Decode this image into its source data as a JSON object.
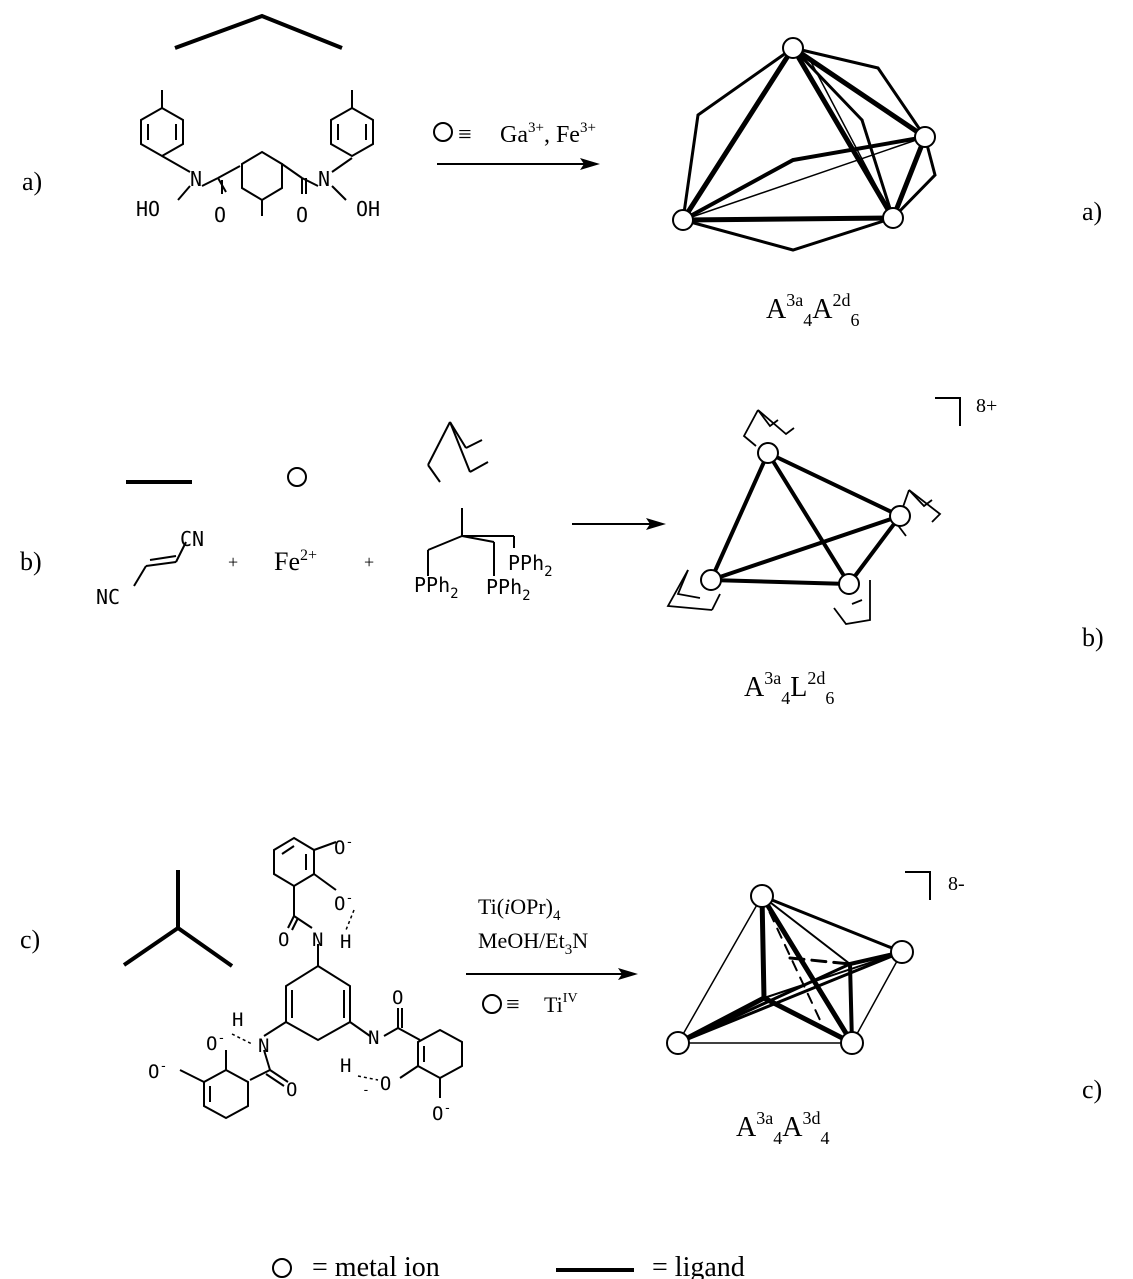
{
  "row_a": {
    "label_left": "a)",
    "label_right": "a)",
    "structure": {
      "n1": "N",
      "n2": "N",
      "ho": "HO",
      "oh": "OH",
      "o1": "O",
      "o2": "O"
    },
    "reagents": {
      "prefix": "≡",
      "ions": "Ga",
      "ions_sup": "3+",
      "ions2": ", Fe",
      "ions2_sup": "3+"
    },
    "formula": {
      "a1": "A",
      "s1": "3a",
      "b1": "4",
      "a2": "A",
      "s2": "2d",
      "b2": "6"
    }
  },
  "row_b": {
    "label_left": "b)",
    "label_right": "b)",
    "fumaronitrile": {
      "cn_top": "CN",
      "nc_bottom": "NC"
    },
    "plus1": "+",
    "iron": "Fe",
    "iron_sup": "2+",
    "plus2": "+",
    "triphos": {
      "p1": "PPh",
      "p1_sub": "2",
      "p2": "PPh",
      "p2_sub": "2",
      "p3": "PPh",
      "p3_sub": "2"
    },
    "charge": "8+",
    "formula": {
      "a1": "A",
      "s1": "3a",
      "b1": "4",
      "a2": "L",
      "s2": "2d",
      "b2": "6"
    }
  },
  "row_c": {
    "label_left": "c)",
    "label_right": "c)",
    "structure": {
      "o_top": "O",
      "o_top_sup": "-",
      "o_mid": "O",
      "o_mid_sup": "-",
      "h_top": "H",
      "n_top": "N",
      "o_carb_top": "O",
      "o_left": "O",
      "o_left_sup": "-",
      "h_left": "H",
      "n_left": "N",
      "o_carb_left": "O",
      "o_far_left": "O",
      "o_far_left_sup": "-",
      "n_right": "N",
      "o_carb_right": "O",
      "h_right": "H",
      "o_right": "O",
      "o_right_sup": "-",
      "o_right_bottom": "O",
      "o_right_bottom_sup": "-"
    },
    "reagent1": "Ti(",
    "reagent1_i": "i",
    "reagent1_b": "OPr)",
    "reagent1_sub": "4",
    "reagent2": "MeOH/Et",
    "reagent2_sub": "3",
    "reagent2_b": "N",
    "metal_prefix": "≡",
    "metal": "Ti",
    "metal_sup": "IV",
    "charge": "8-",
    "formula": {
      "a1": "A",
      "s1": "3a",
      "b1": "4",
      "a2": "A",
      "s2": "3d",
      "b2": "4"
    }
  },
  "legend": {
    "metal_text": "= metal ion",
    "ligand_text": "= ligand"
  }
}
